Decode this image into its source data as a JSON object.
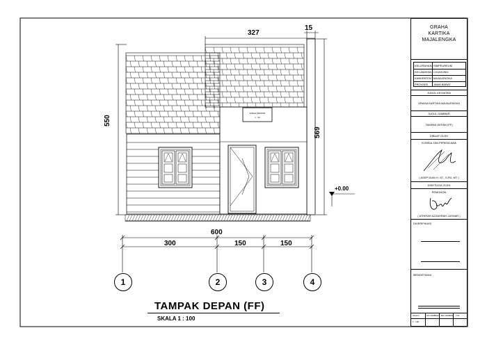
{
  "drawing": {
    "title": "TAMPAK DEPAN (FF)",
    "scale": "SKALA 1 : 100",
    "dims": {
      "d327": "327",
      "d15": "15",
      "d550": "550",
      "d569": "569",
      "level": "+0.00",
      "d600": "600",
      "d300": "300",
      "d150a": "150",
      "d150b": "150"
    },
    "axes": [
      "1",
      "2",
      "3",
      "4"
    ],
    "sign_line1": "INDAH PRIVATE",
    "sign_line2": "1 · 00"
  },
  "title_block": {
    "project": [
      "GRAHA",
      "KARTIKA",
      "MAJALENGKA"
    ],
    "location": [
      {
        "label": "KELURAHAN",
        "value": "SIMPEUREUM"
      },
      {
        "label": "KECAMATAN",
        "value": "CIGASONG"
      },
      {
        "label": "KABUPATEN",
        "value": "MAJALENGKA"
      },
      {
        "label": "PROVINSI",
        "value": "JAWA BARAT"
      }
    ],
    "judul_kegiatan_label": "JUDUL KEGIATAN",
    "judul_kegiatan": "GRAHA KARTIKA MAJALENGKA",
    "judul_gambar_label": "JUDUL GAMBAR",
    "judul_gambar": "TAMPAK DEPAN (FF)",
    "dibuat_oleh": "DIBUAT OLEH",
    "konsultan": "KONSULTAN PERENCANA",
    "konsultan_name": "( ASEP DIAN H. ST., S.PD. MT )",
    "disetujui": "DISETUJUI OLEH",
    "pemohon": "PEMOHON",
    "pemohon_name": "( ATHIRAH AZZAHRAH JASHAR )",
    "diverifikasi": "DIVERIFIKASI",
    "mengetahui": "MENGETAHUI",
    "bottom_labels": [
      "SKALA",
      "NO.LEMBAR",
      "JML.LEMBAR",
      "TGL"
    ],
    "bottom_values": [
      "1 : 100",
      "",
      "",
      ""
    ]
  }
}
